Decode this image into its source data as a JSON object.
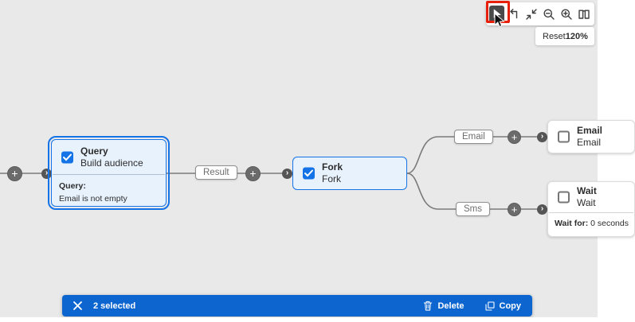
{
  "toolbar": {
    "tools": [
      {
        "icon": "pointer-icon",
        "selected": true
      },
      {
        "icon": "bend-arrow-icon"
      },
      {
        "icon": "collapse-arrows-icon"
      },
      {
        "icon": "magnifier-minus-icon"
      },
      {
        "icon": "magnifier-plus-icon"
      },
      {
        "icon": "map-book-icon"
      }
    ]
  },
  "zoom_panel": {
    "reset_label": "Reset",
    "zoom_level": "120%"
  },
  "canvas": {
    "nodes": {
      "query": {
        "title": "Query",
        "subtitle": "Build audience",
        "checked": true,
        "detail_label": "Query:",
        "detail_value": "Email is not empty"
      },
      "fork": {
        "title": "Fork",
        "subtitle": "Fork",
        "checked": true
      },
      "email": {
        "title": "Email",
        "subtitle": "Email",
        "checked": false
      },
      "wait": {
        "title": "Wait",
        "subtitle": "Wait",
        "checked": false,
        "detail_label": "Wait for:",
        "detail_value": "0 seconds"
      }
    },
    "edge_labels": {
      "result": "Result",
      "email": "Email",
      "sms": "Sms"
    }
  },
  "selection_bar": {
    "count_label": "2 selected",
    "delete_label": "Delete",
    "copy_label": "Copy"
  },
  "colors": {
    "accent_blue": "#1473e6",
    "node_fill": "#e8f2fd",
    "selection_bar_blue": "#0d66d0",
    "annotation_red": "#e8200a",
    "canvas_gray": "#e9e9e9",
    "connector_gray": "#7a7a7a"
  }
}
